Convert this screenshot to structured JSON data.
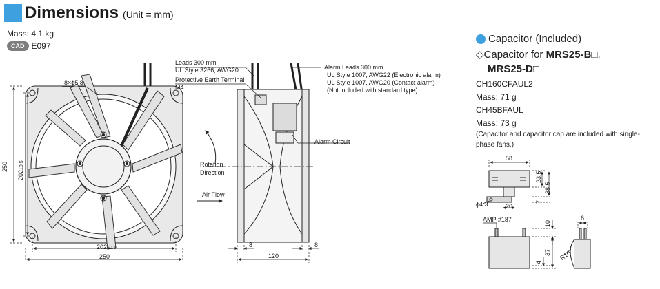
{
  "header": {
    "title": "Dimensions",
    "unit": "(Unit = mm)"
  },
  "mass": "Mass: 4.1 kg",
  "cad": {
    "badge": "CAD",
    "code": "E097"
  },
  "front_view": {
    "holes": "8×ϕ5.8",
    "width_outer": "250",
    "width_inner": "202",
    "tol": "±0.5",
    "height_outer": "250",
    "height_inner": "202"
  },
  "middle": {
    "rotation_label_1": "Rotation",
    "rotation_label_2": "Direction",
    "airflow_label": "Air Flow"
  },
  "side_view": {
    "leads": [
      "Leads 300 mm",
      "UL Style 3266, AWG20"
    ],
    "earth": [
      "Protective Earth Terminal",
      "M4"
    ],
    "alarm_leads": [
      "Alarm Leads 300 mm",
      "UL Style 1007, AWG22 (Electronic alarm)",
      "UL Style 1007, AWG20 (Contact alarm)",
      "(Not included with standard type)"
    ],
    "alarm_circuit": "Alarm Circuit",
    "dim_left": "8",
    "dim_right": "8",
    "dim_width": "120"
  },
  "capacitor": {
    "title_included": "Capacitor (Included)",
    "title_for_prefix": "◇Capacitor for ",
    "title_for_model1": "MRS25-B□",
    "title_for_sep": ",",
    "title_for_model2": "MRS25-D□",
    "model_a": "CH160CFAUL2",
    "mass_a": "Mass: 71 g",
    "model_b": "CH45BFAUL",
    "mass_b": "Mass: 73 g",
    "note_1": "(Capacitor and capacitor cap are included with single-",
    "note_2": "phase fans.)",
    "dims": {
      "w58": "58",
      "h23_5": "23.5",
      "h38_5": "38.5",
      "d4_3": "ϕ4.3",
      "w20": "20",
      "h7": "7",
      "amp": "AMP #187",
      "h10": "10",
      "h37": "37",
      "h4": "4",
      "w6": "6",
      "r10": "R10"
    }
  }
}
